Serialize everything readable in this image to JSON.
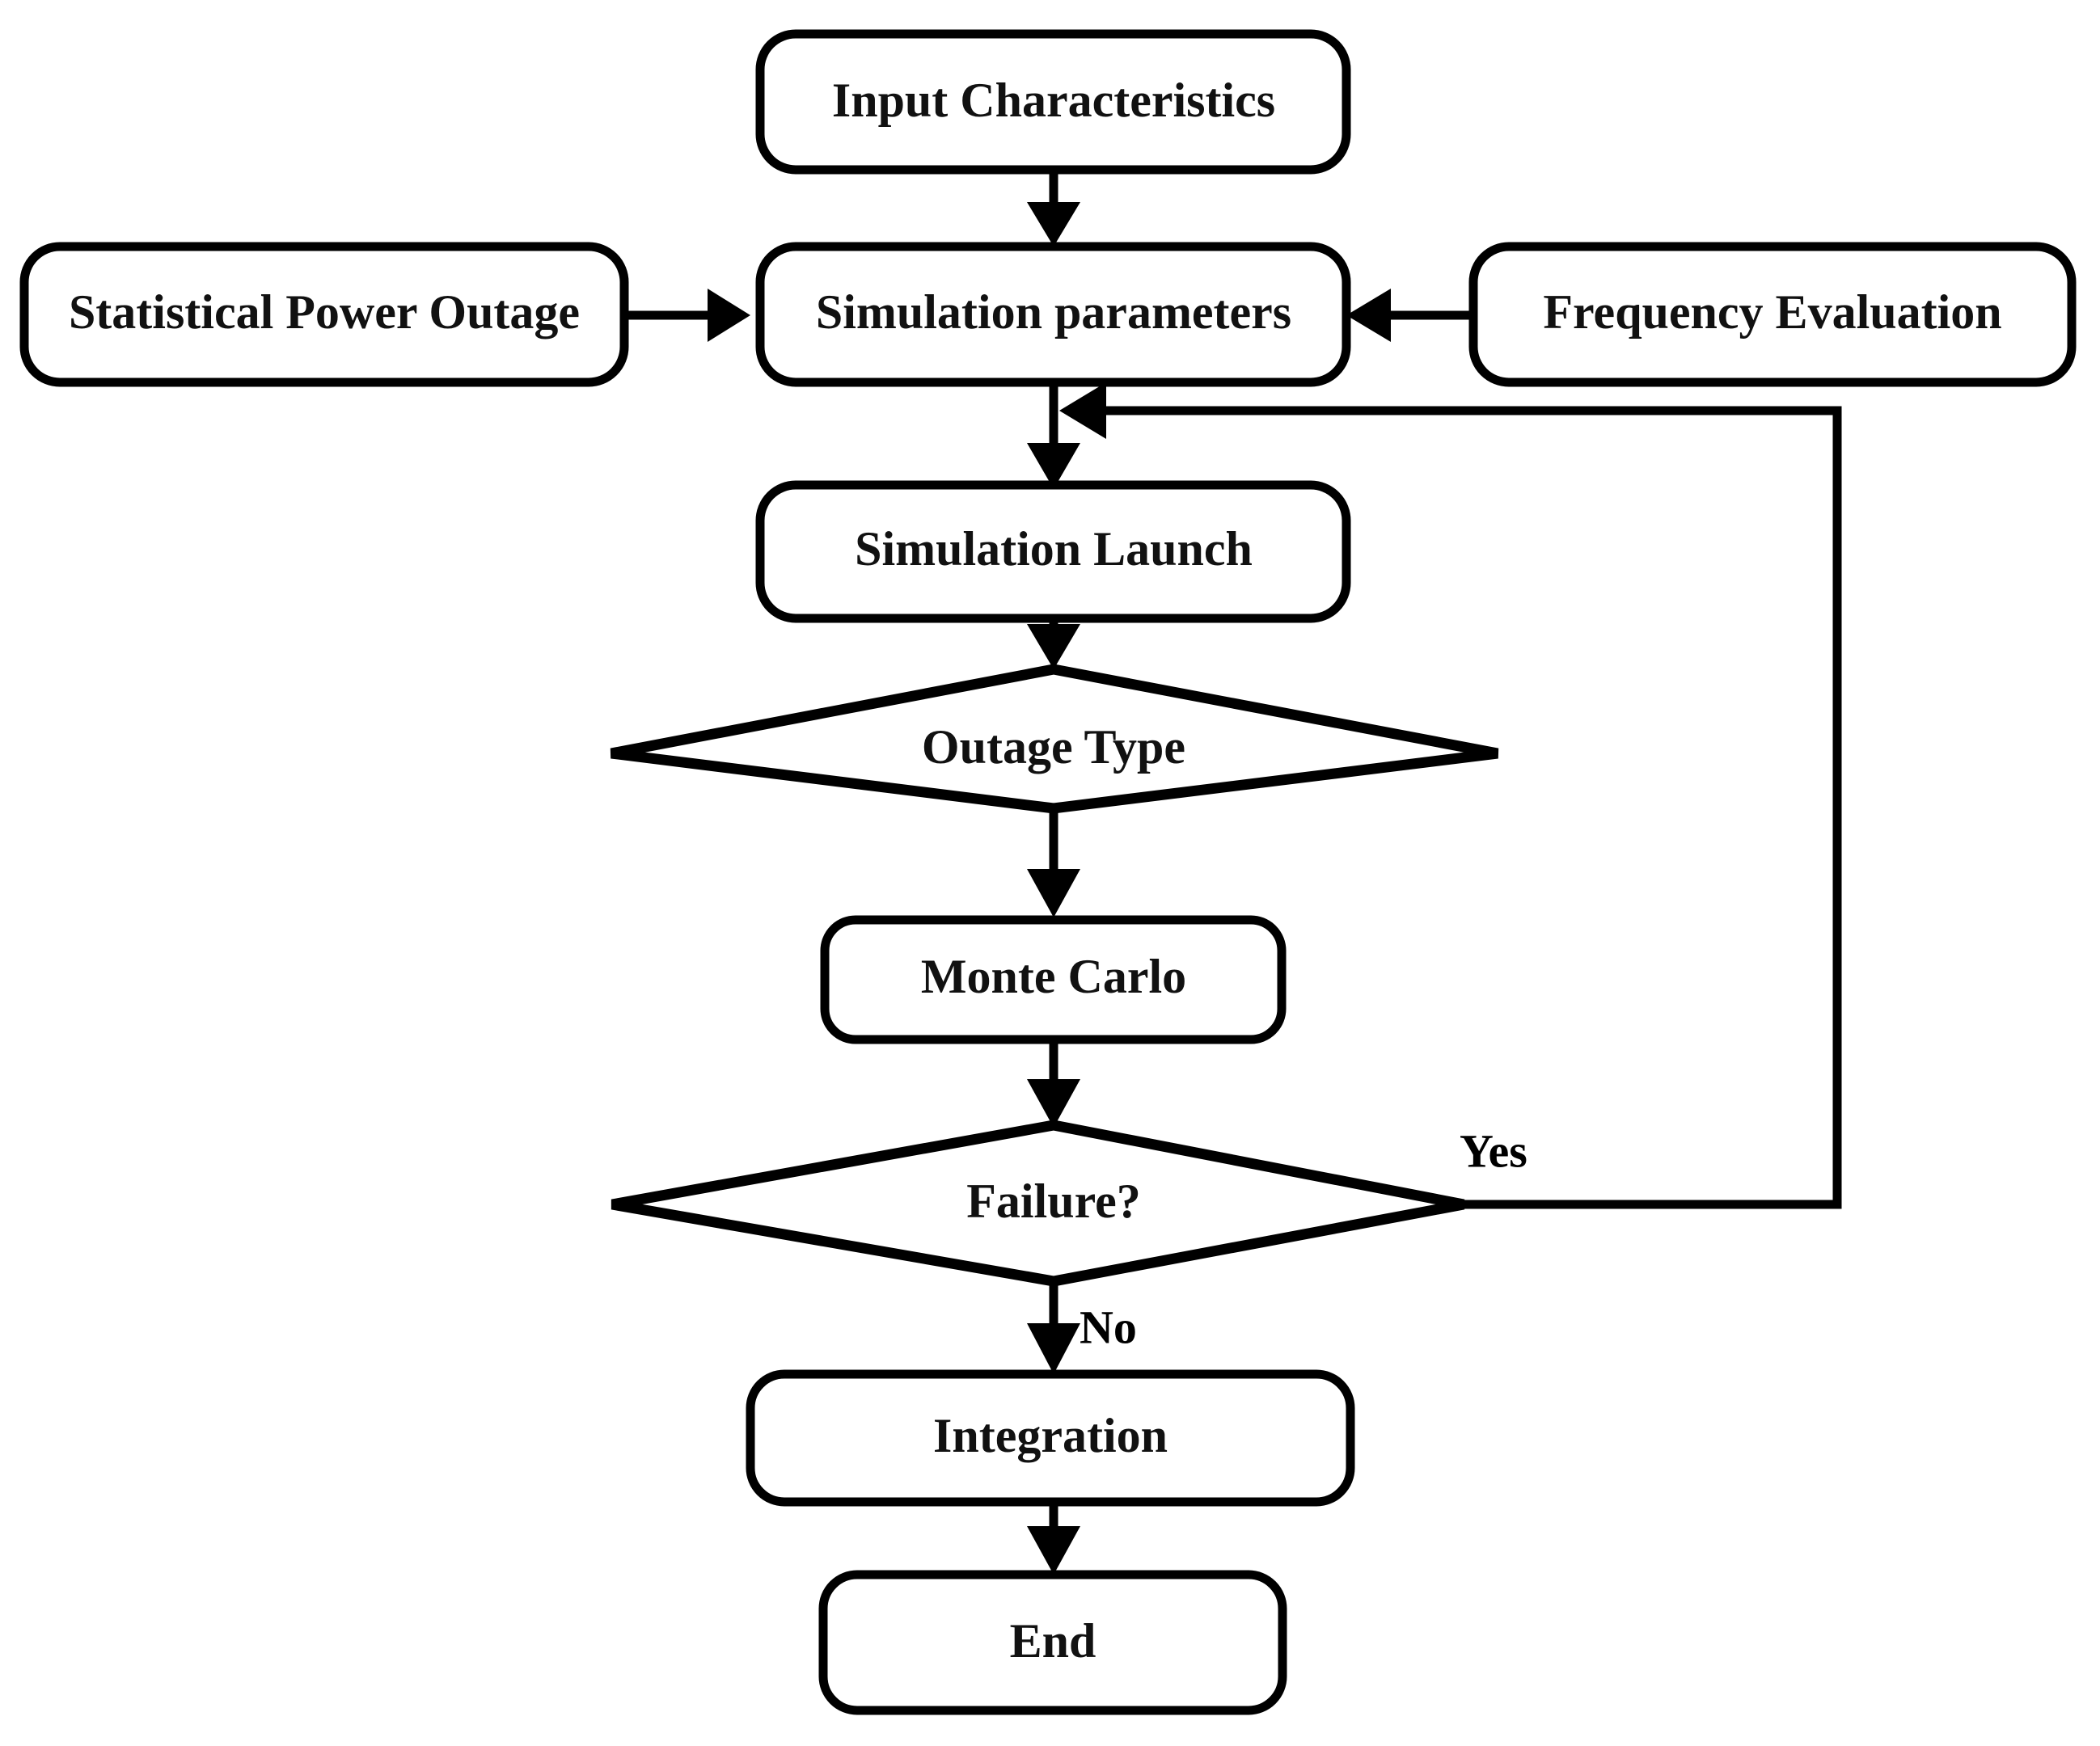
{
  "diagram": {
    "title": "Power outage reliability simulation flowchart",
    "background_color": "#ffffff",
    "line_color": "#000000",
    "node_fill": "#ffffff",
    "nodes": {
      "input_characteristics": {
        "label": "Input Characteristics",
        "shape": "rounded-rect"
      },
      "statistical_power_outage": {
        "label": "Statistical Power Outage",
        "shape": "rounded-rect"
      },
      "simulation_parameters": {
        "label": "Simulation parameters",
        "shape": "rounded-rect"
      },
      "frequency_evaluation": {
        "label": "Frequency Evaluation",
        "shape": "rounded-rect"
      },
      "simulation_launch": {
        "label": "Simulation Launch",
        "shape": "rounded-rect"
      },
      "outage_type": {
        "label": "Outage Type",
        "shape": "diamond"
      },
      "monte_carlo": {
        "label": "Monte Carlo",
        "shape": "rounded-rect"
      },
      "failure": {
        "label": "Failure?",
        "shape": "diamond"
      },
      "integration": {
        "label": "Integration",
        "shape": "rounded-rect"
      },
      "end": {
        "label": "End",
        "shape": "rounded-rect"
      }
    },
    "branch_labels": {
      "yes": "Yes",
      "no": "No"
    },
    "edges": [
      {
        "from": "input_characteristics",
        "to": "simulation_parameters",
        "label": ""
      },
      {
        "from": "statistical_power_outage",
        "to": "simulation_parameters",
        "label": ""
      },
      {
        "from": "frequency_evaluation",
        "to": "simulation_parameters",
        "label": ""
      },
      {
        "from": "simulation_parameters",
        "to": "simulation_launch",
        "label": ""
      },
      {
        "from": "simulation_launch",
        "to": "outage_type",
        "label": ""
      },
      {
        "from": "outage_type",
        "to": "monte_carlo",
        "label": ""
      },
      {
        "from": "monte_carlo",
        "to": "failure",
        "label": ""
      },
      {
        "from": "failure",
        "to": "simulation_launch",
        "label": "Yes"
      },
      {
        "from": "failure",
        "to": "integration",
        "label": "No"
      },
      {
        "from": "integration",
        "to": "end",
        "label": ""
      }
    ]
  }
}
